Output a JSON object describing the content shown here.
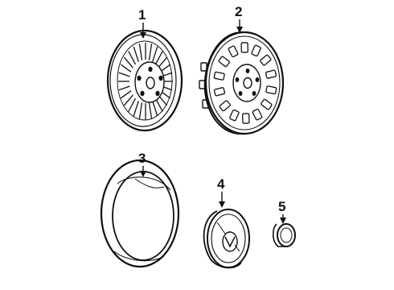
{
  "parts": [
    {
      "id": "wheel-cover-spoked",
      "callout": "1"
    },
    {
      "id": "wheel-cover-slotted",
      "callout": "2"
    },
    {
      "id": "trim-ring",
      "callout": "3"
    },
    {
      "id": "hub-cap",
      "callout": "4"
    },
    {
      "id": "center-cap",
      "callout": "5"
    }
  ],
  "colors": {
    "line": "#111111",
    "background": "#ffffff"
  }
}
